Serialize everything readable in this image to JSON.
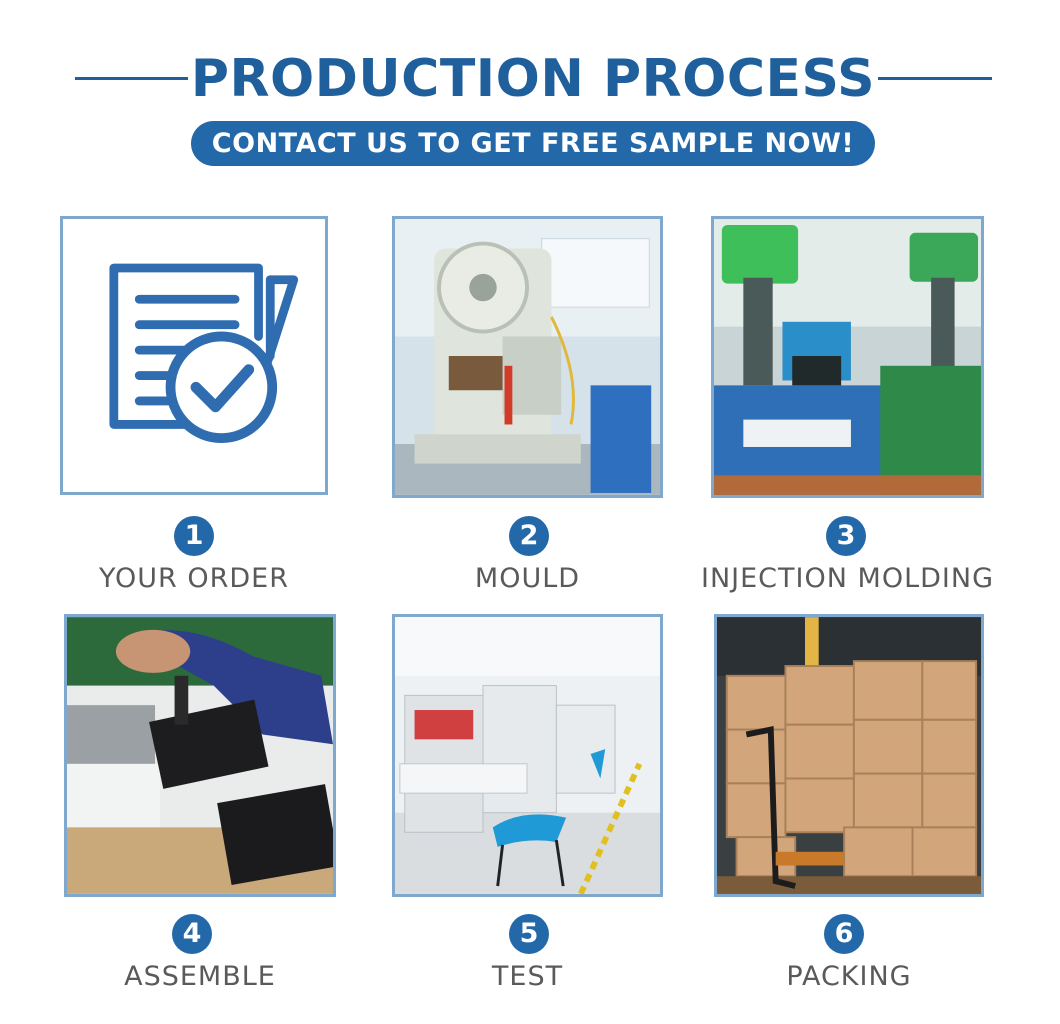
{
  "header": {
    "title": "PRODUCTION PROCESS",
    "subtitle": "CONTACT US TO GET FREE SAMPLE NOW!"
  },
  "steps": [
    {
      "number": "1",
      "label": "YOUR ORDER",
      "icon": "order-document-check-icon"
    },
    {
      "number": "2",
      "label": "MOULD"
    },
    {
      "number": "3",
      "label": "INJECTION MOLDING"
    },
    {
      "number": "4",
      "label": "ASSEMBLE"
    },
    {
      "number": "5",
      "label": "TEST"
    },
    {
      "number": "6",
      "label": "PACKING"
    }
  ],
  "colors": {
    "primary": "#2368a8",
    "title": "#1f5f9c",
    "border": "#7fa8cf",
    "label": "#5a5a5a"
  }
}
